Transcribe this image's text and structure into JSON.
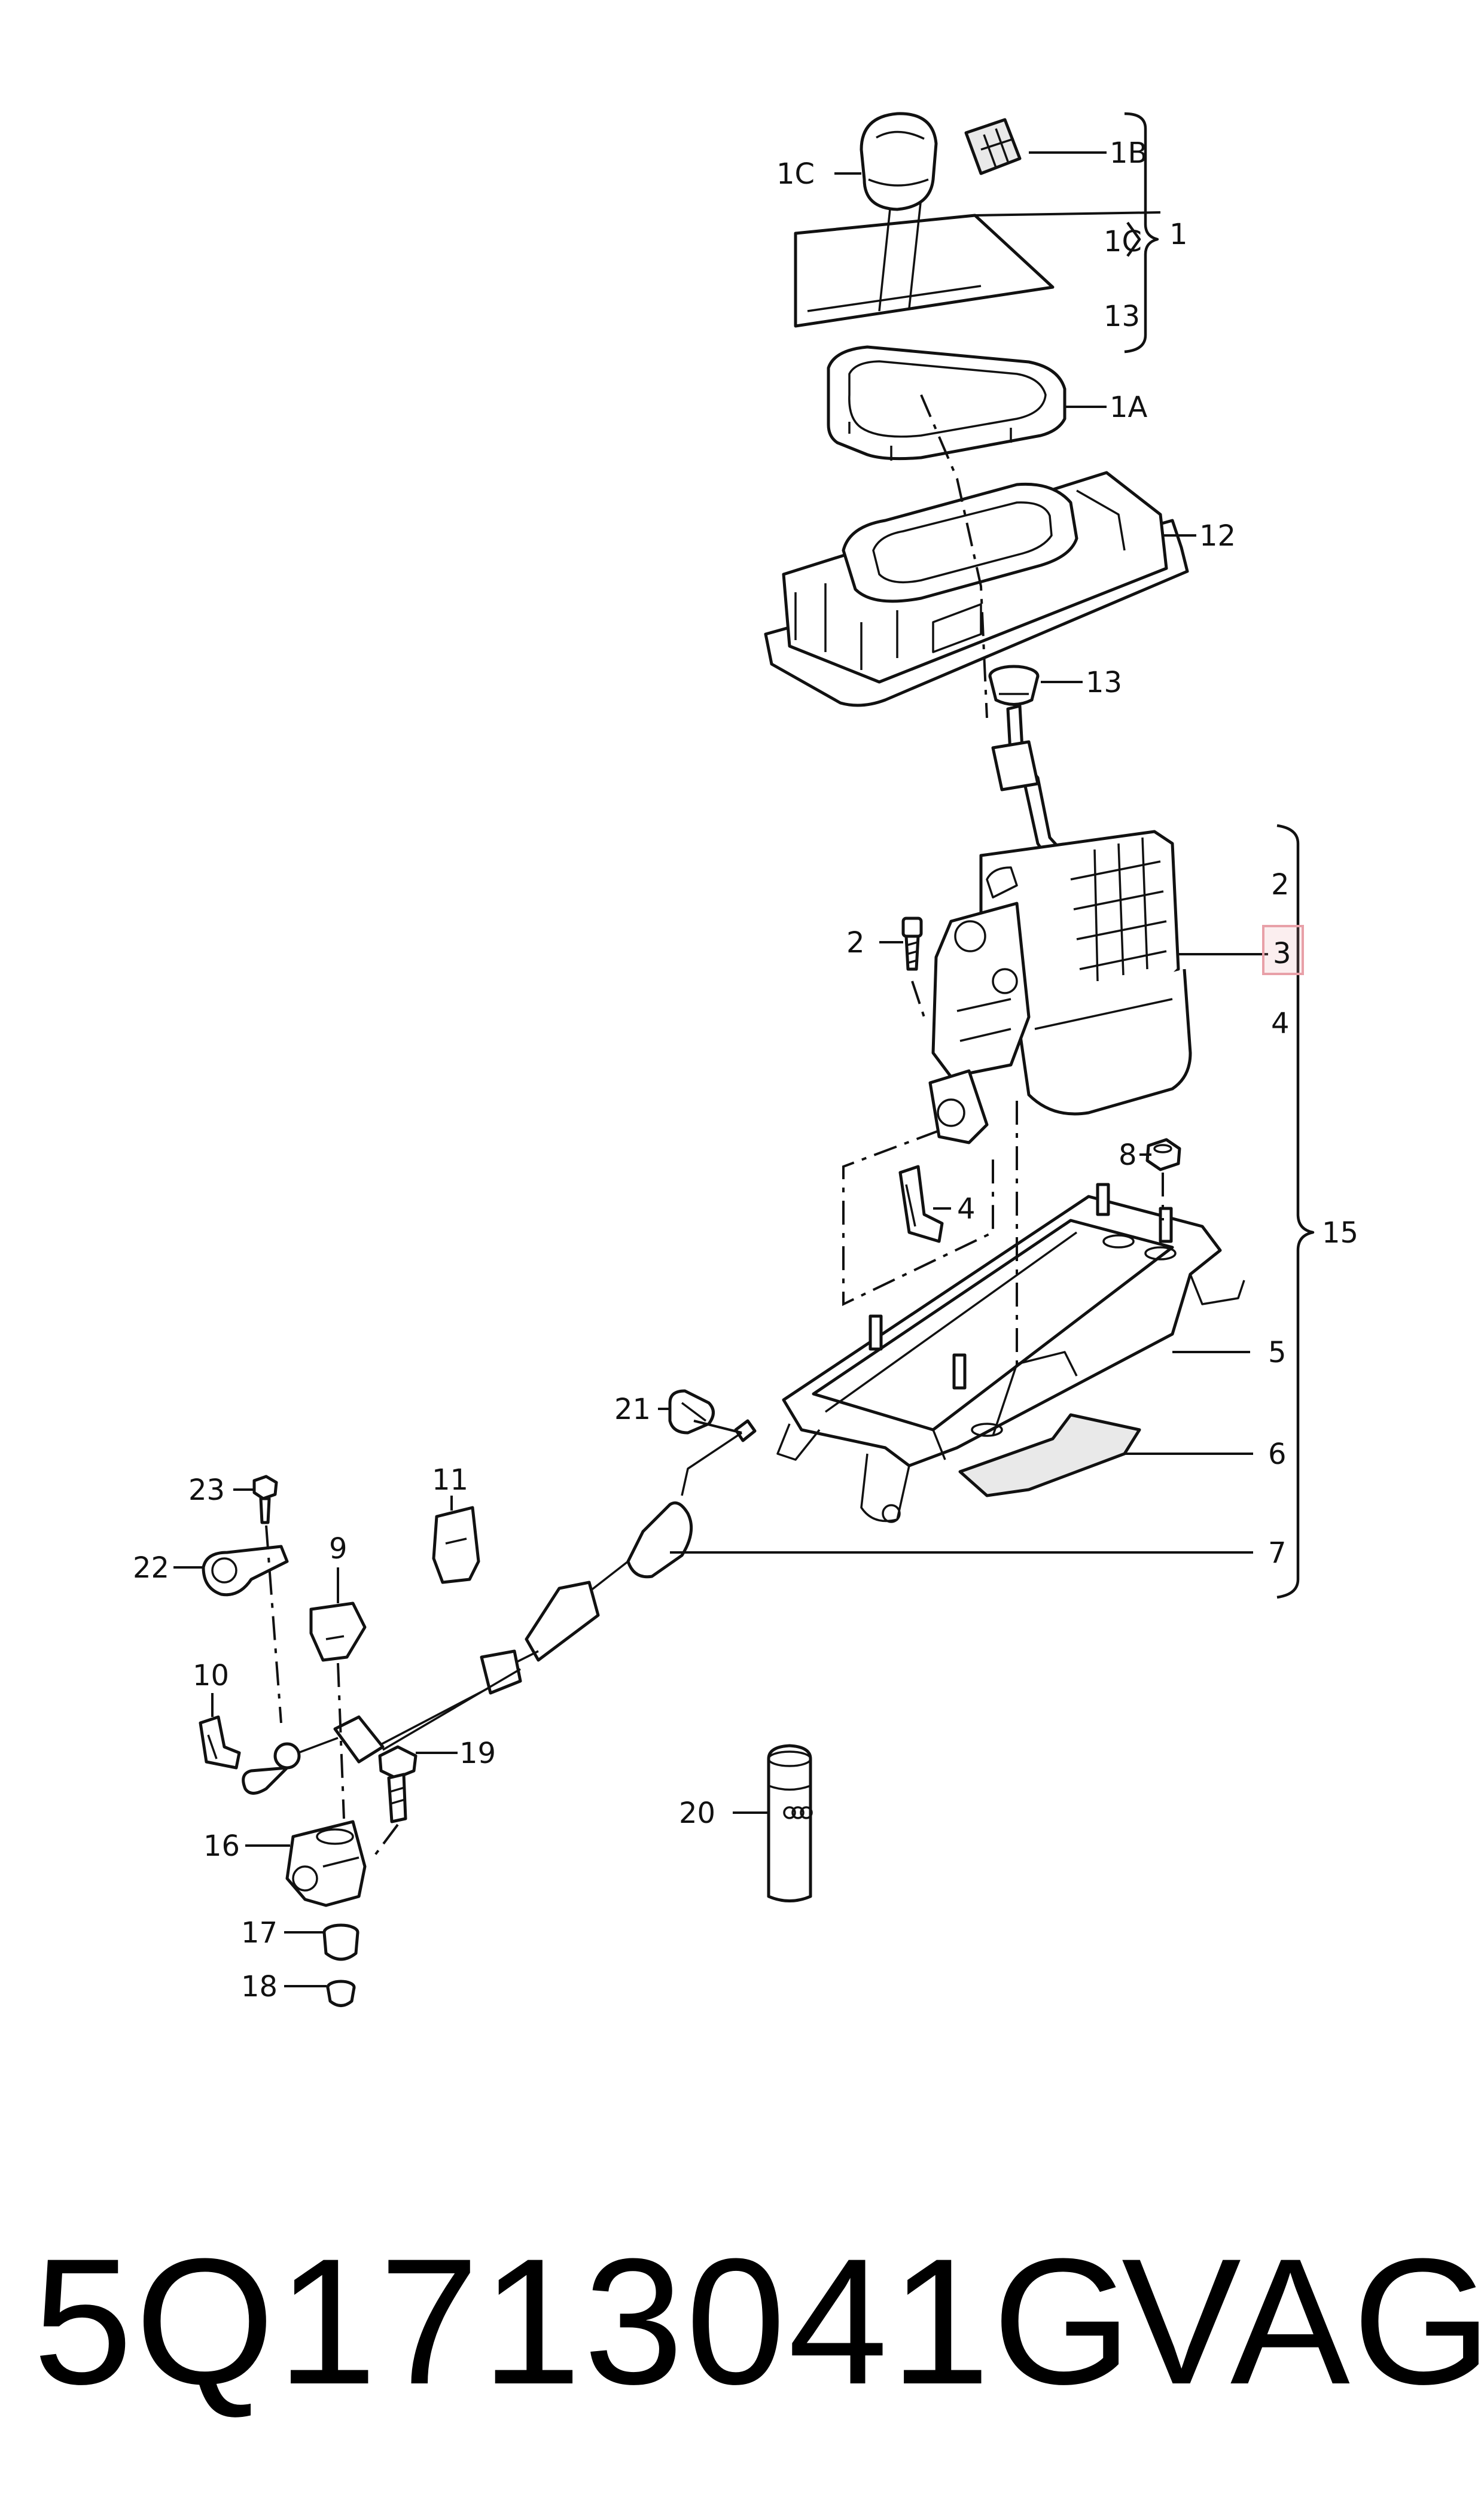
{
  "callouts": {
    "c1C_top": "1C",
    "c1B": "1B",
    "c1C_side": "1C",
    "c1": "1",
    "c13_side": "13",
    "c1A": "1A",
    "c12": "12",
    "c13": "13",
    "c2_side": "2",
    "c2": "2",
    "c3": "3",
    "c4_side": "4",
    "c4": "4",
    "c8": "8",
    "c15": "15",
    "c5": "5",
    "c21": "21",
    "c6": "6",
    "c23": "23",
    "c11": "11",
    "c7": "7",
    "c22": "22",
    "c9": "9",
    "c10": "10",
    "c19": "19",
    "c20": "20",
    "c16": "16",
    "c17": "17",
    "c18": "18"
  },
  "highlight_color": "#e8a0a8",
  "footer": {
    "part_number": "5Q1713041G",
    "brand": "VAG"
  }
}
